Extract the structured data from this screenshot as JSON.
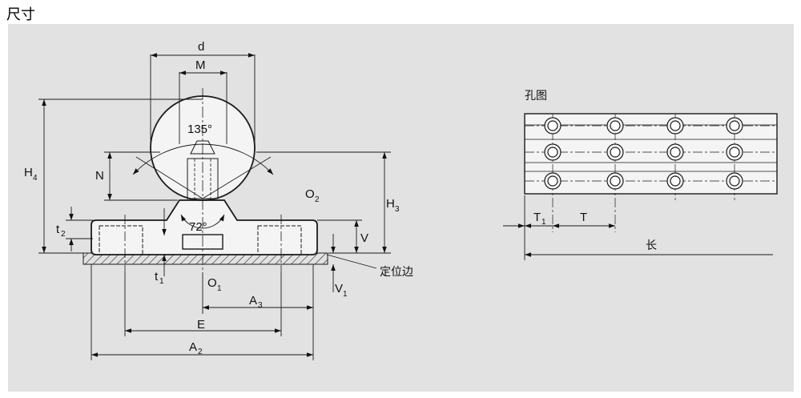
{
  "section_title": "尺寸",
  "cross_section": {
    "labels": {
      "d": "d",
      "M": "M",
      "angle_135": "135°",
      "N": "N",
      "H4": "H",
      "H4_sub": "4",
      "H3": "H",
      "H3_sub": "3",
      "O2": "O",
      "O2_sub": "2",
      "angle_72": "72°",
      "t2": "t",
      "t2_sub": "2",
      "V": "V",
      "t1": "t",
      "t1_sub": "1",
      "O1": "O",
      "O1_sub": "1",
      "V1": "V",
      "V1_sub": "1",
      "reference_edge": "定位边",
      "A3": "A",
      "A3_sub": "3",
      "E": "E",
      "A2": "A",
      "A2_sub": "2"
    }
  },
  "hole_pattern": {
    "title": "孔图",
    "T1": "T",
    "T1_sub": "1",
    "T": "T",
    "length": "长",
    "rows": 3,
    "columns": 4
  },
  "colors": {
    "panel": "#e2e2e2",
    "part_fill": "#f4f4f4",
    "line": "#1a1a1a"
  }
}
